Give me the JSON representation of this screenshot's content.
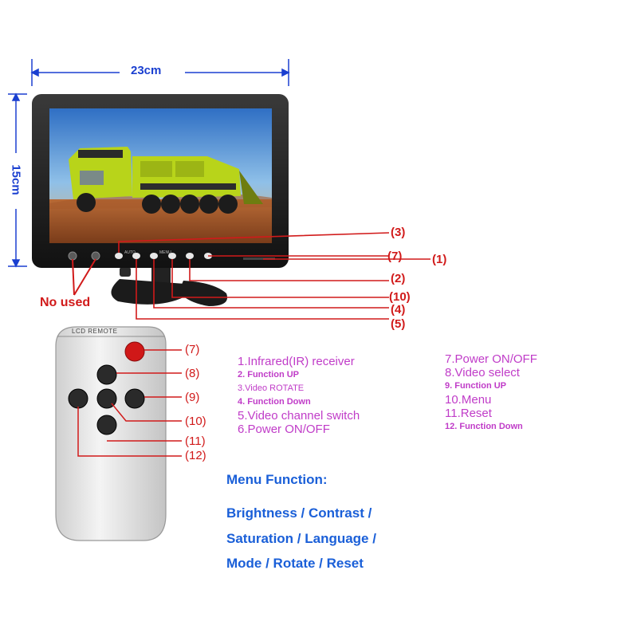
{
  "dimensions": {
    "width": "23cm",
    "height": "15cm"
  },
  "no_used_label": "No used",
  "monitor_callouts": {
    "c1": "(1)",
    "c2": "(2)",
    "c3": "(3)",
    "c4": "(4)",
    "c5": "(5)",
    "c7": "(7)",
    "c10": "(10)"
  },
  "monitor_button_labels": {
    "auto": "AUTO",
    "menu": "MENU"
  },
  "remote": {
    "header": "LCD REMOTE",
    "callouts": {
      "c7": "(7)",
      "c8": "(8)",
      "c9": "(9)",
      "c10": "(10)",
      "c11": "(11)",
      "c12": "(12)"
    }
  },
  "legend_left": [
    {
      "text": "1.Infrared(IR) receiver",
      "size": "big"
    },
    {
      "text": "2. Function UP",
      "size": "small"
    },
    {
      "text": "3.Video ROTATE",
      "size": "small-regular"
    },
    {
      "text": "4. Function Down",
      "size": "small"
    },
    {
      "text": "5.Video channel switch",
      "size": "big"
    },
    {
      "text": "6.Power ON/OFF",
      "size": "big"
    }
  ],
  "legend_right": [
    {
      "text": "7.Power ON/OFF",
      "size": "big"
    },
    {
      "text": "8.Video select",
      "size": "big"
    },
    {
      "text": "9.  Function UP",
      "size": "small"
    },
    {
      "text": "10.Menu",
      "size": "big"
    },
    {
      "text": "11.Reset",
      "size": "big"
    },
    {
      "text": "12. Function Down",
      "size": "small"
    }
  ],
  "menu": {
    "title": "Menu Function:",
    "line1": "Brightness / Contrast /",
    "line2": "Saturation / Language /",
    "line3": "Mode / Rotate / Reset"
  },
  "colors": {
    "callout": "#d11a1a",
    "dimension": "#1a3fd0",
    "legend": "#c03cc8",
    "menu": "#1a5fd8",
    "truck": "#b8d41a"
  }
}
